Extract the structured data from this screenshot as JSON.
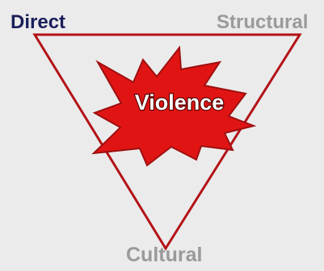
{
  "labels": {
    "top_left": "Direct",
    "top_right": "Structural",
    "bottom": "Cultural"
  },
  "center": {
    "text": "Violence"
  },
  "colors": {
    "background": "#ebebeb",
    "triangle_stroke": "#b31217",
    "burst_fill": "#e11414",
    "burst_stroke": "#9e0f0f",
    "center_text": "#ffffff",
    "direct_text": "#1a1f5a",
    "secondary_text": "#9a9a9a"
  },
  "icons": {
    "burst": "explosion-burst-icon"
  }
}
